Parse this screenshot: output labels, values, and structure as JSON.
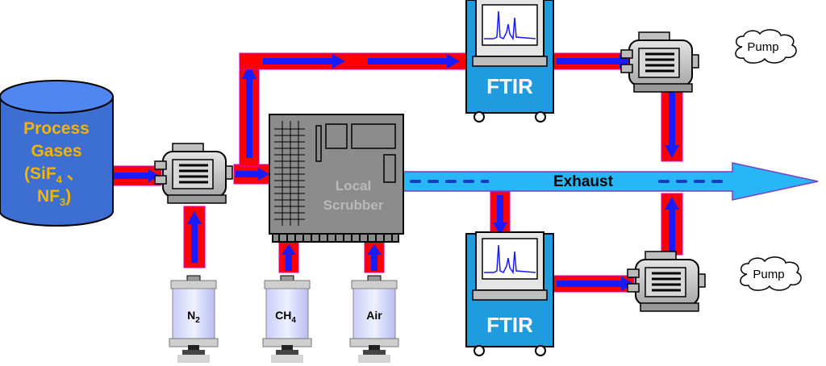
{
  "process_gases": {
    "line1": "Process",
    "line2": "Gases",
    "line3_pre": "(SiF",
    "line3_sub": "4",
    "line3_post": " 、",
    "line4_pre": "NF",
    "line4_sub": "3",
    "line4_post": ")"
  },
  "scrubber": {
    "line1": "Local",
    "line2": "Scrubber"
  },
  "ftir_top": {
    "label": "FTIR"
  },
  "ftir_bottom": {
    "label": "FTIR"
  },
  "exhaust": {
    "label": "Exhaust"
  },
  "pump_top": {
    "label": "Pump"
  },
  "pump_bottom": {
    "label": "Pump"
  },
  "cylinders": {
    "n2": {
      "pre": "N",
      "sub": "2"
    },
    "ch4": {
      "pre": "CH",
      "sub": "4"
    },
    "air": {
      "pre": "Air",
      "sub": ""
    }
  },
  "colors": {
    "pipe": "#ff0000",
    "flow_arrow": "#1a1aff",
    "tank": "#3c6fd1",
    "ftir": "#1f9be0",
    "exhaust": "#29b6f6",
    "scrubber": "#8c8c8c"
  },
  "icons": {
    "tank": "cylinder-tank-icon",
    "pump": "vacuum-pump-icon",
    "ftir": "ftir-analyzer-icon",
    "cloud": "cloud-icon",
    "gas_cylinder": "gas-cylinder-icon"
  }
}
